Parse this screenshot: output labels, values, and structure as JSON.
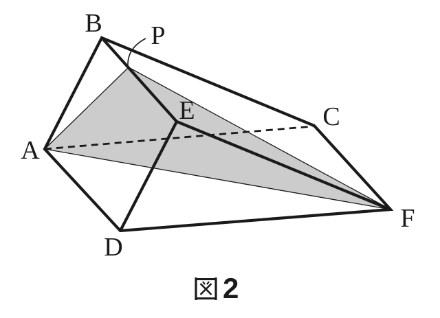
{
  "caption": {
    "kanji": "図",
    "number": "2",
    "full_text": "図 2"
  },
  "labels": {
    "A": "A",
    "B": "B",
    "C": "C",
    "D": "D",
    "E": "E",
    "F": "F",
    "P": "P"
  },
  "colors": {
    "stroke": "#1a1a1a",
    "shade": "#cccccc",
    "background": "#ffffff"
  },
  "geometry": {
    "solid": "triangular prism ABC-DEF drawn in oblique view",
    "visible_thick_edges": [
      "A-B",
      "B-C",
      "C-F",
      "F-D",
      "D-A",
      "B-E",
      "D-E",
      "E-F"
    ],
    "hidden_dashed_edge": "A-C",
    "shaded_section_triangle": [
      "A",
      "P",
      "F"
    ],
    "point_note": "P lies on edge B-E, marked by a curved leader from its label"
  }
}
